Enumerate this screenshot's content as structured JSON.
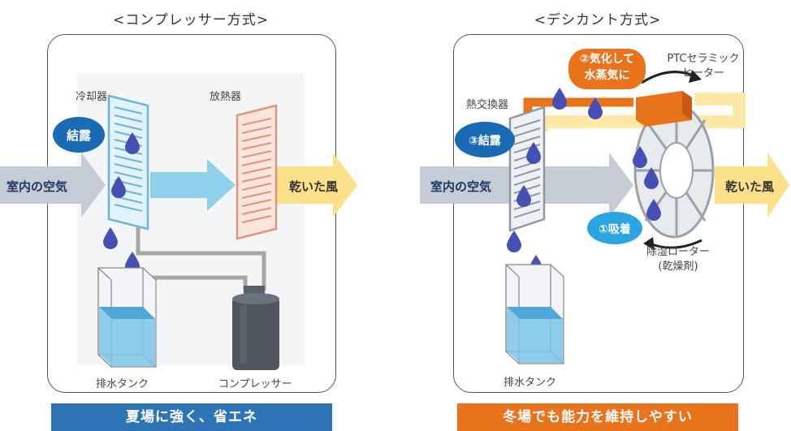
{
  "left": {
    "title": "<コンプレッサー方式>",
    "cooler": "冷却器",
    "radiator": "放熱器",
    "condensation": "結露",
    "room_air": "室内の空気",
    "dry_air": "乾いた風",
    "tank": "排水タンク",
    "compressor": "コンプレッサー",
    "banner": "夏場に強く、省エネ",
    "banner_color": "#2e75b6"
  },
  "right": {
    "title": "<デシカント方式>",
    "heat_exchanger": "熱交換器",
    "vaporize": "②気化して\n水蒸気に",
    "condensation": "③結露",
    "room_air": "室内の空気",
    "dry_air": "乾いた風",
    "adsorb": "①吸着",
    "heater": "PTCセラミック\nヒーター",
    "rotor": "除湿ローター\n(乾燥剤)",
    "tank": "排水タンク",
    "banner": "冬場でも能力を維持しやすい",
    "banner_color": "#e8731a"
  }
}
